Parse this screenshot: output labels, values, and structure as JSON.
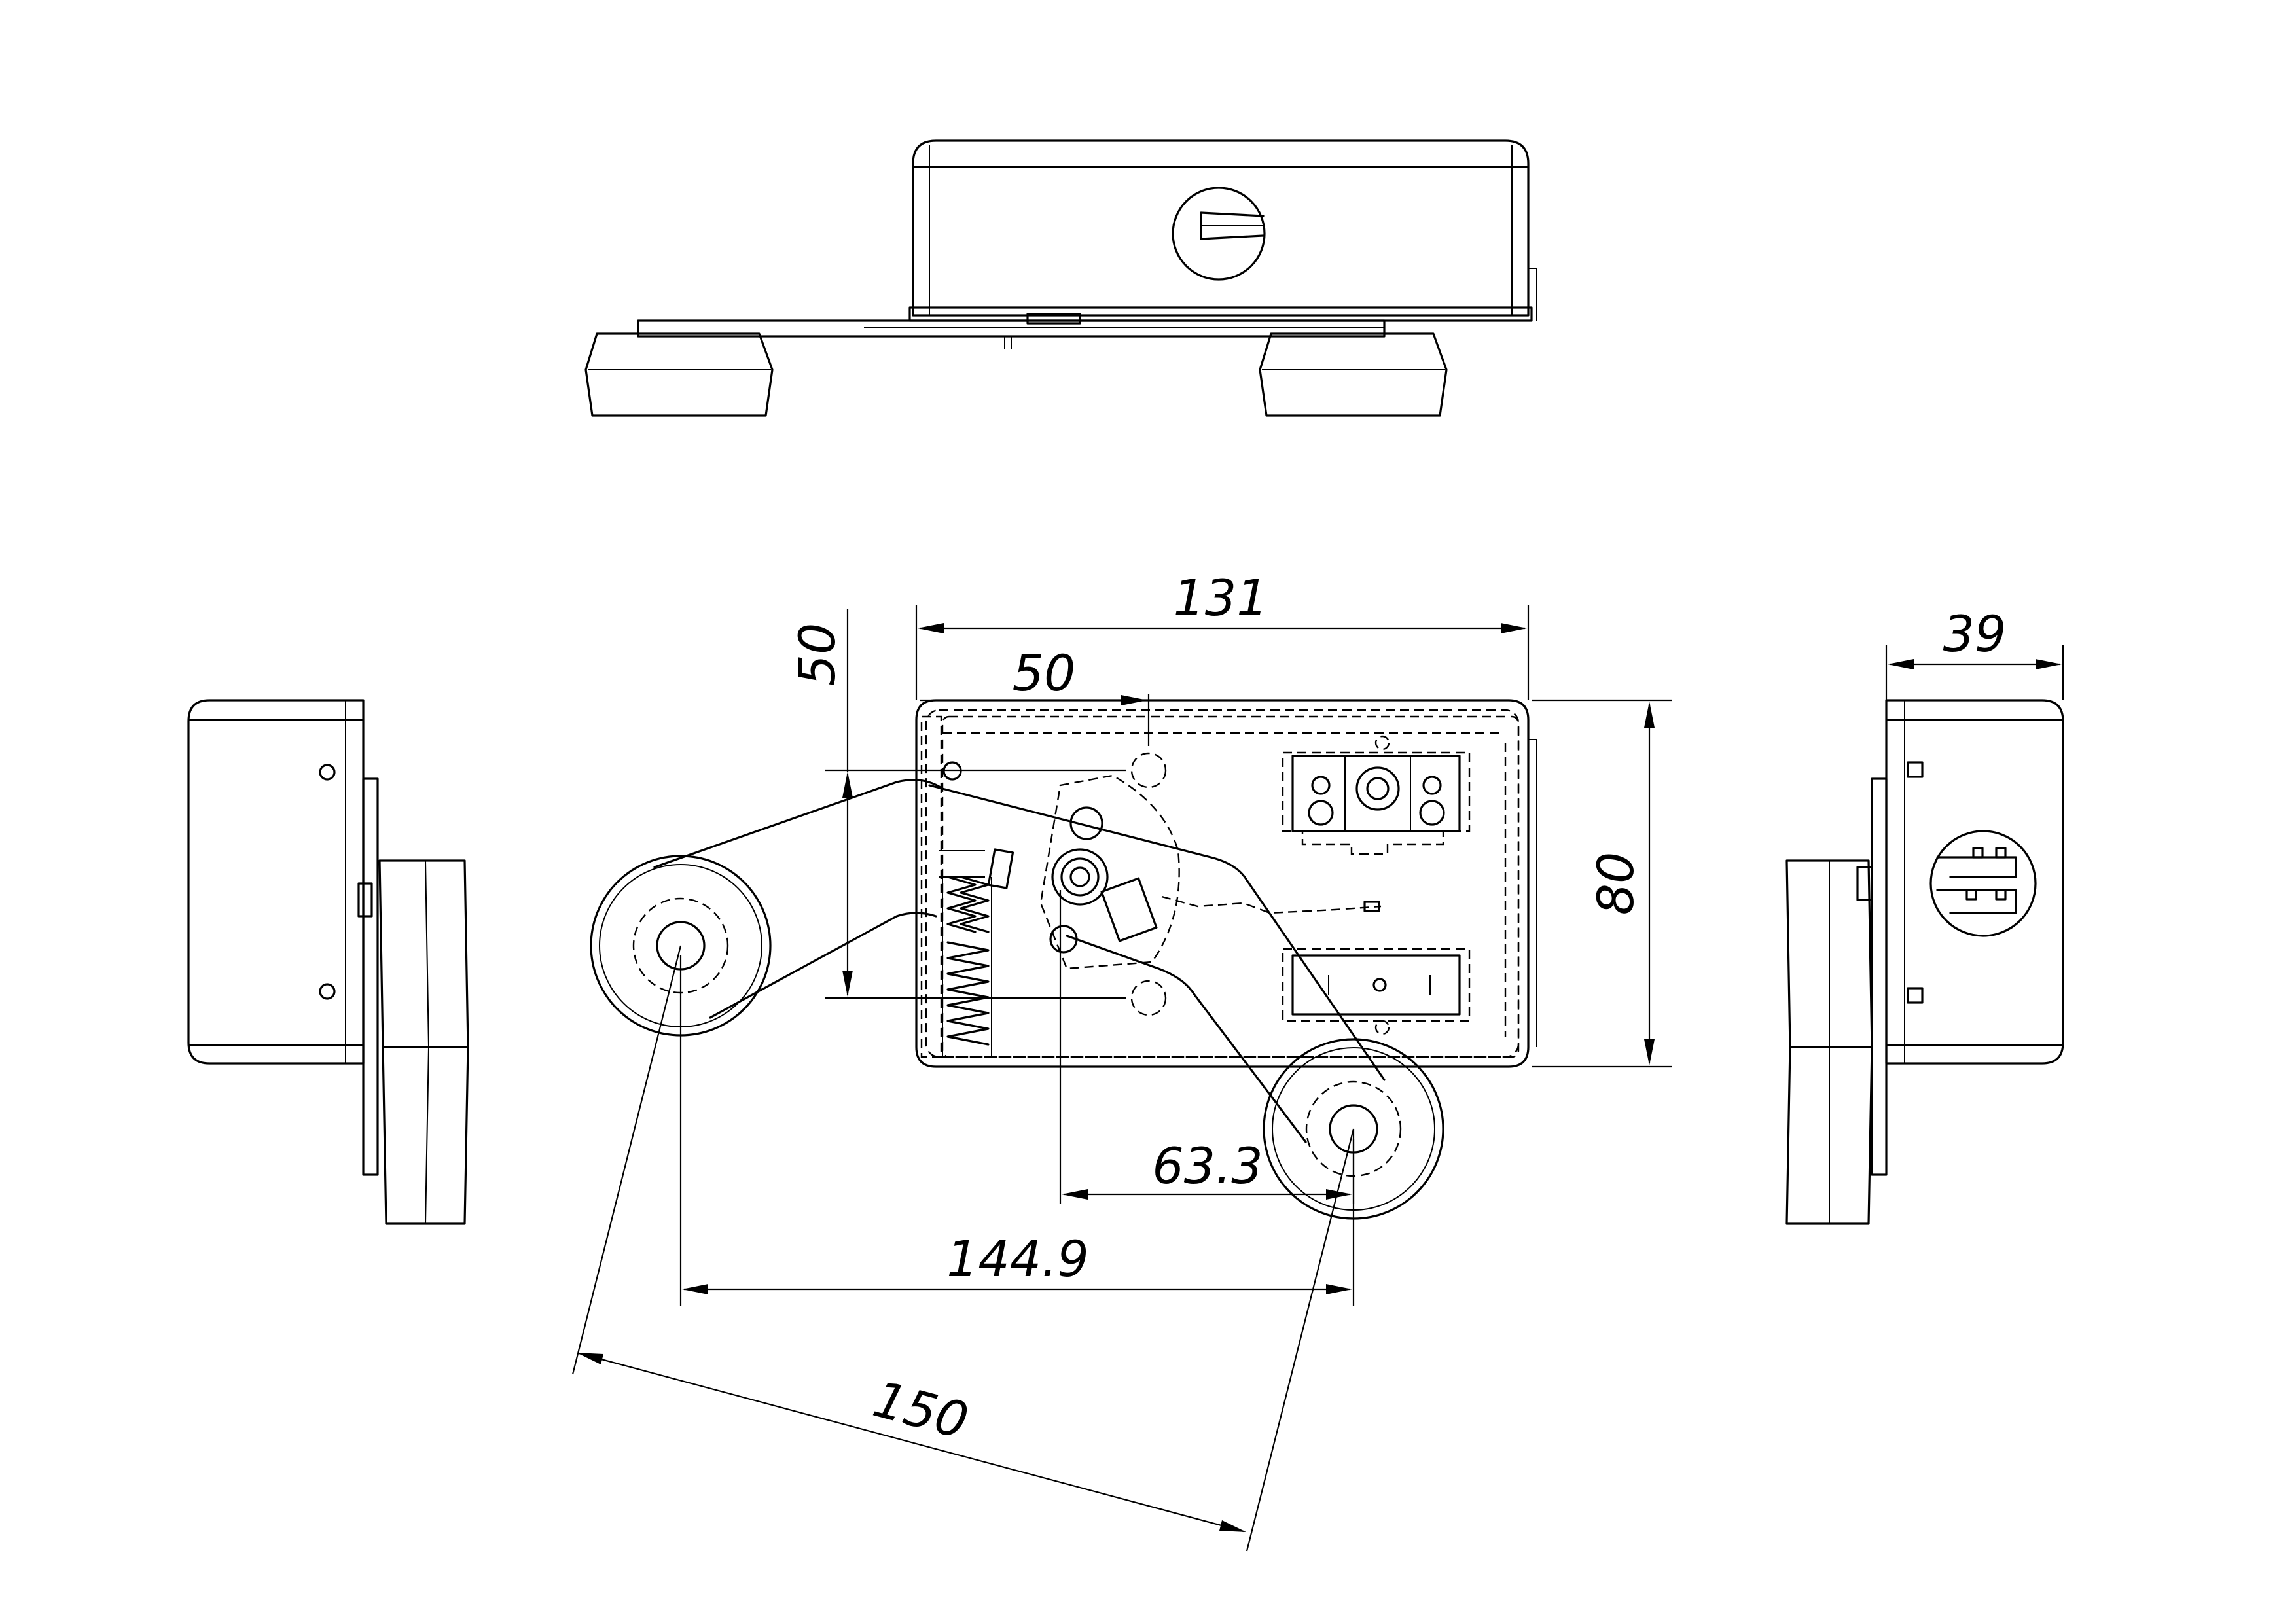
{
  "dimensions": {
    "width_131": "131",
    "offset_50": "50",
    "height_80": "80",
    "vertical_50": "50",
    "depth_39": "39",
    "offset_63_3": "63.3",
    "span_144_9": "144.9",
    "radial_150": "150"
  }
}
